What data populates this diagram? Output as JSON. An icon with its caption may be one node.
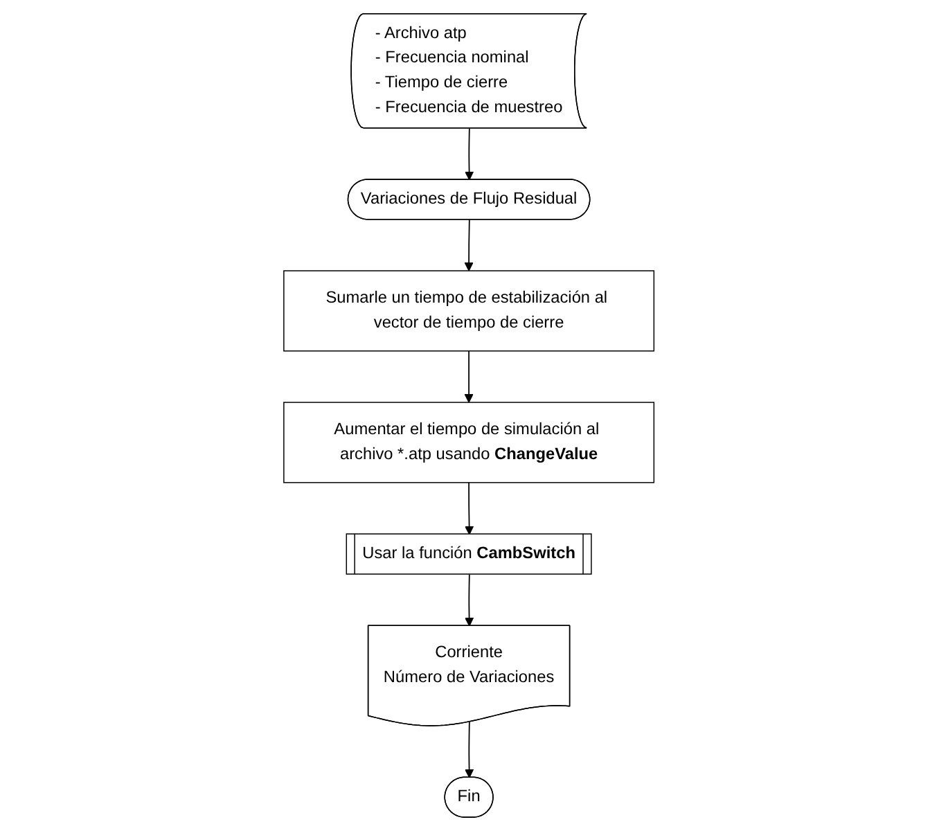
{
  "diagram": {
    "nodes": [
      {
        "text": [
          "- Archivo atp",
          "- Frecuencia nominal",
          "- Tiempo de cierre",
          "- Frecuencia de muestreo"
        ]
      },
      {
        "text": [
          "Variaciones de Flujo Residual"
        ]
      },
      {
        "text": [
          "Sumarle un tiempo de estabilización al vector de tiempo de cierre"
        ]
      },
      {
        "text": [
          "Aumentar el tiempo de simulación al archivo *.atp usando **ChangeValue**"
        ]
      },
      {
        "text": [
          "Usar la función **CambSwitch**"
        ]
      },
      {
        "text": [
          "Corriente",
          "Número de Variaciones"
        ]
      },
      {
        "text": [
          "Fin"
        ]
      }
    ],
    "edges": [
      {
        "from": 0,
        "to": 1,
        "arrow": "to"
      },
      {
        "from": 1,
        "to": 2,
        "arrow": "to"
      },
      {
        "from": 2,
        "to": 3,
        "arrow": "to"
      },
      {
        "from": 3,
        "to": 4,
        "arrow": "to"
      },
      {
        "from": 4,
        "to": 5,
        "arrow": "to"
      },
      {
        "from": 5,
        "to": 6,
        "arrow": "to"
      }
    ]
  }
}
